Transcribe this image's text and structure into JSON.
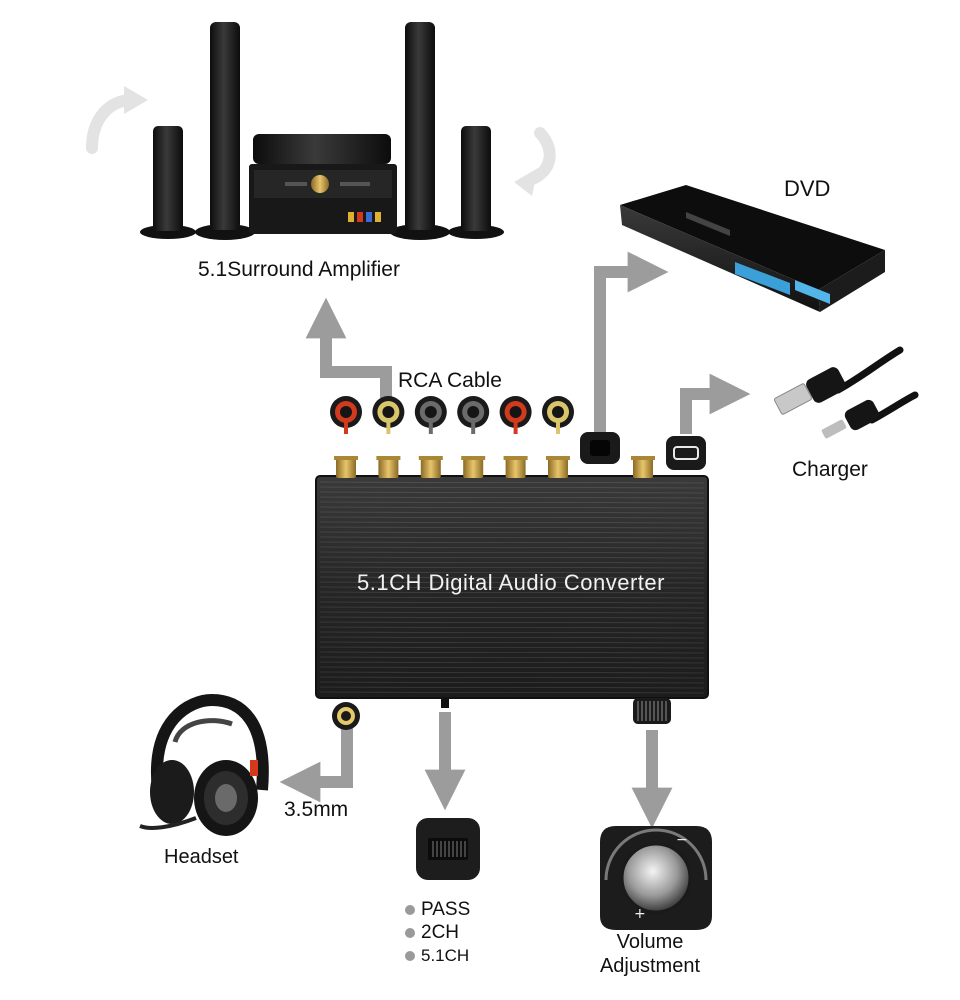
{
  "labels": {
    "amplifier": "5.1Surround   Amplifier",
    "dvd": "DVD",
    "rca_cable": "RCA   Cable",
    "charger": "Charger",
    "converter_title": "5.1CH  Digital  Audio  Converter",
    "headset_jack": "3.5mm",
    "headset": "Headset",
    "volume_line1": "Volume",
    "volume_line2": "Adjustment"
  },
  "modes": [
    {
      "label": "PASS"
    },
    {
      "label": "2CH"
    },
    {
      "label": "5.1CH"
    }
  ],
  "rca_jacks": [
    {
      "name": "red",
      "color": "#d23a1e"
    },
    {
      "name": "white",
      "color": "#d9c66a"
    },
    {
      "name": "gray",
      "color": "#6b6b6b"
    },
    {
      "name": "gray",
      "color": "#6b6b6b"
    },
    {
      "name": "red",
      "color": "#d23a1e"
    },
    {
      "name": "white",
      "color": "#d9c66a"
    }
  ],
  "colors": {
    "arrow": "#9c9c9c",
    "box": "#2b2b2b",
    "gold": "#c9a24a"
  }
}
